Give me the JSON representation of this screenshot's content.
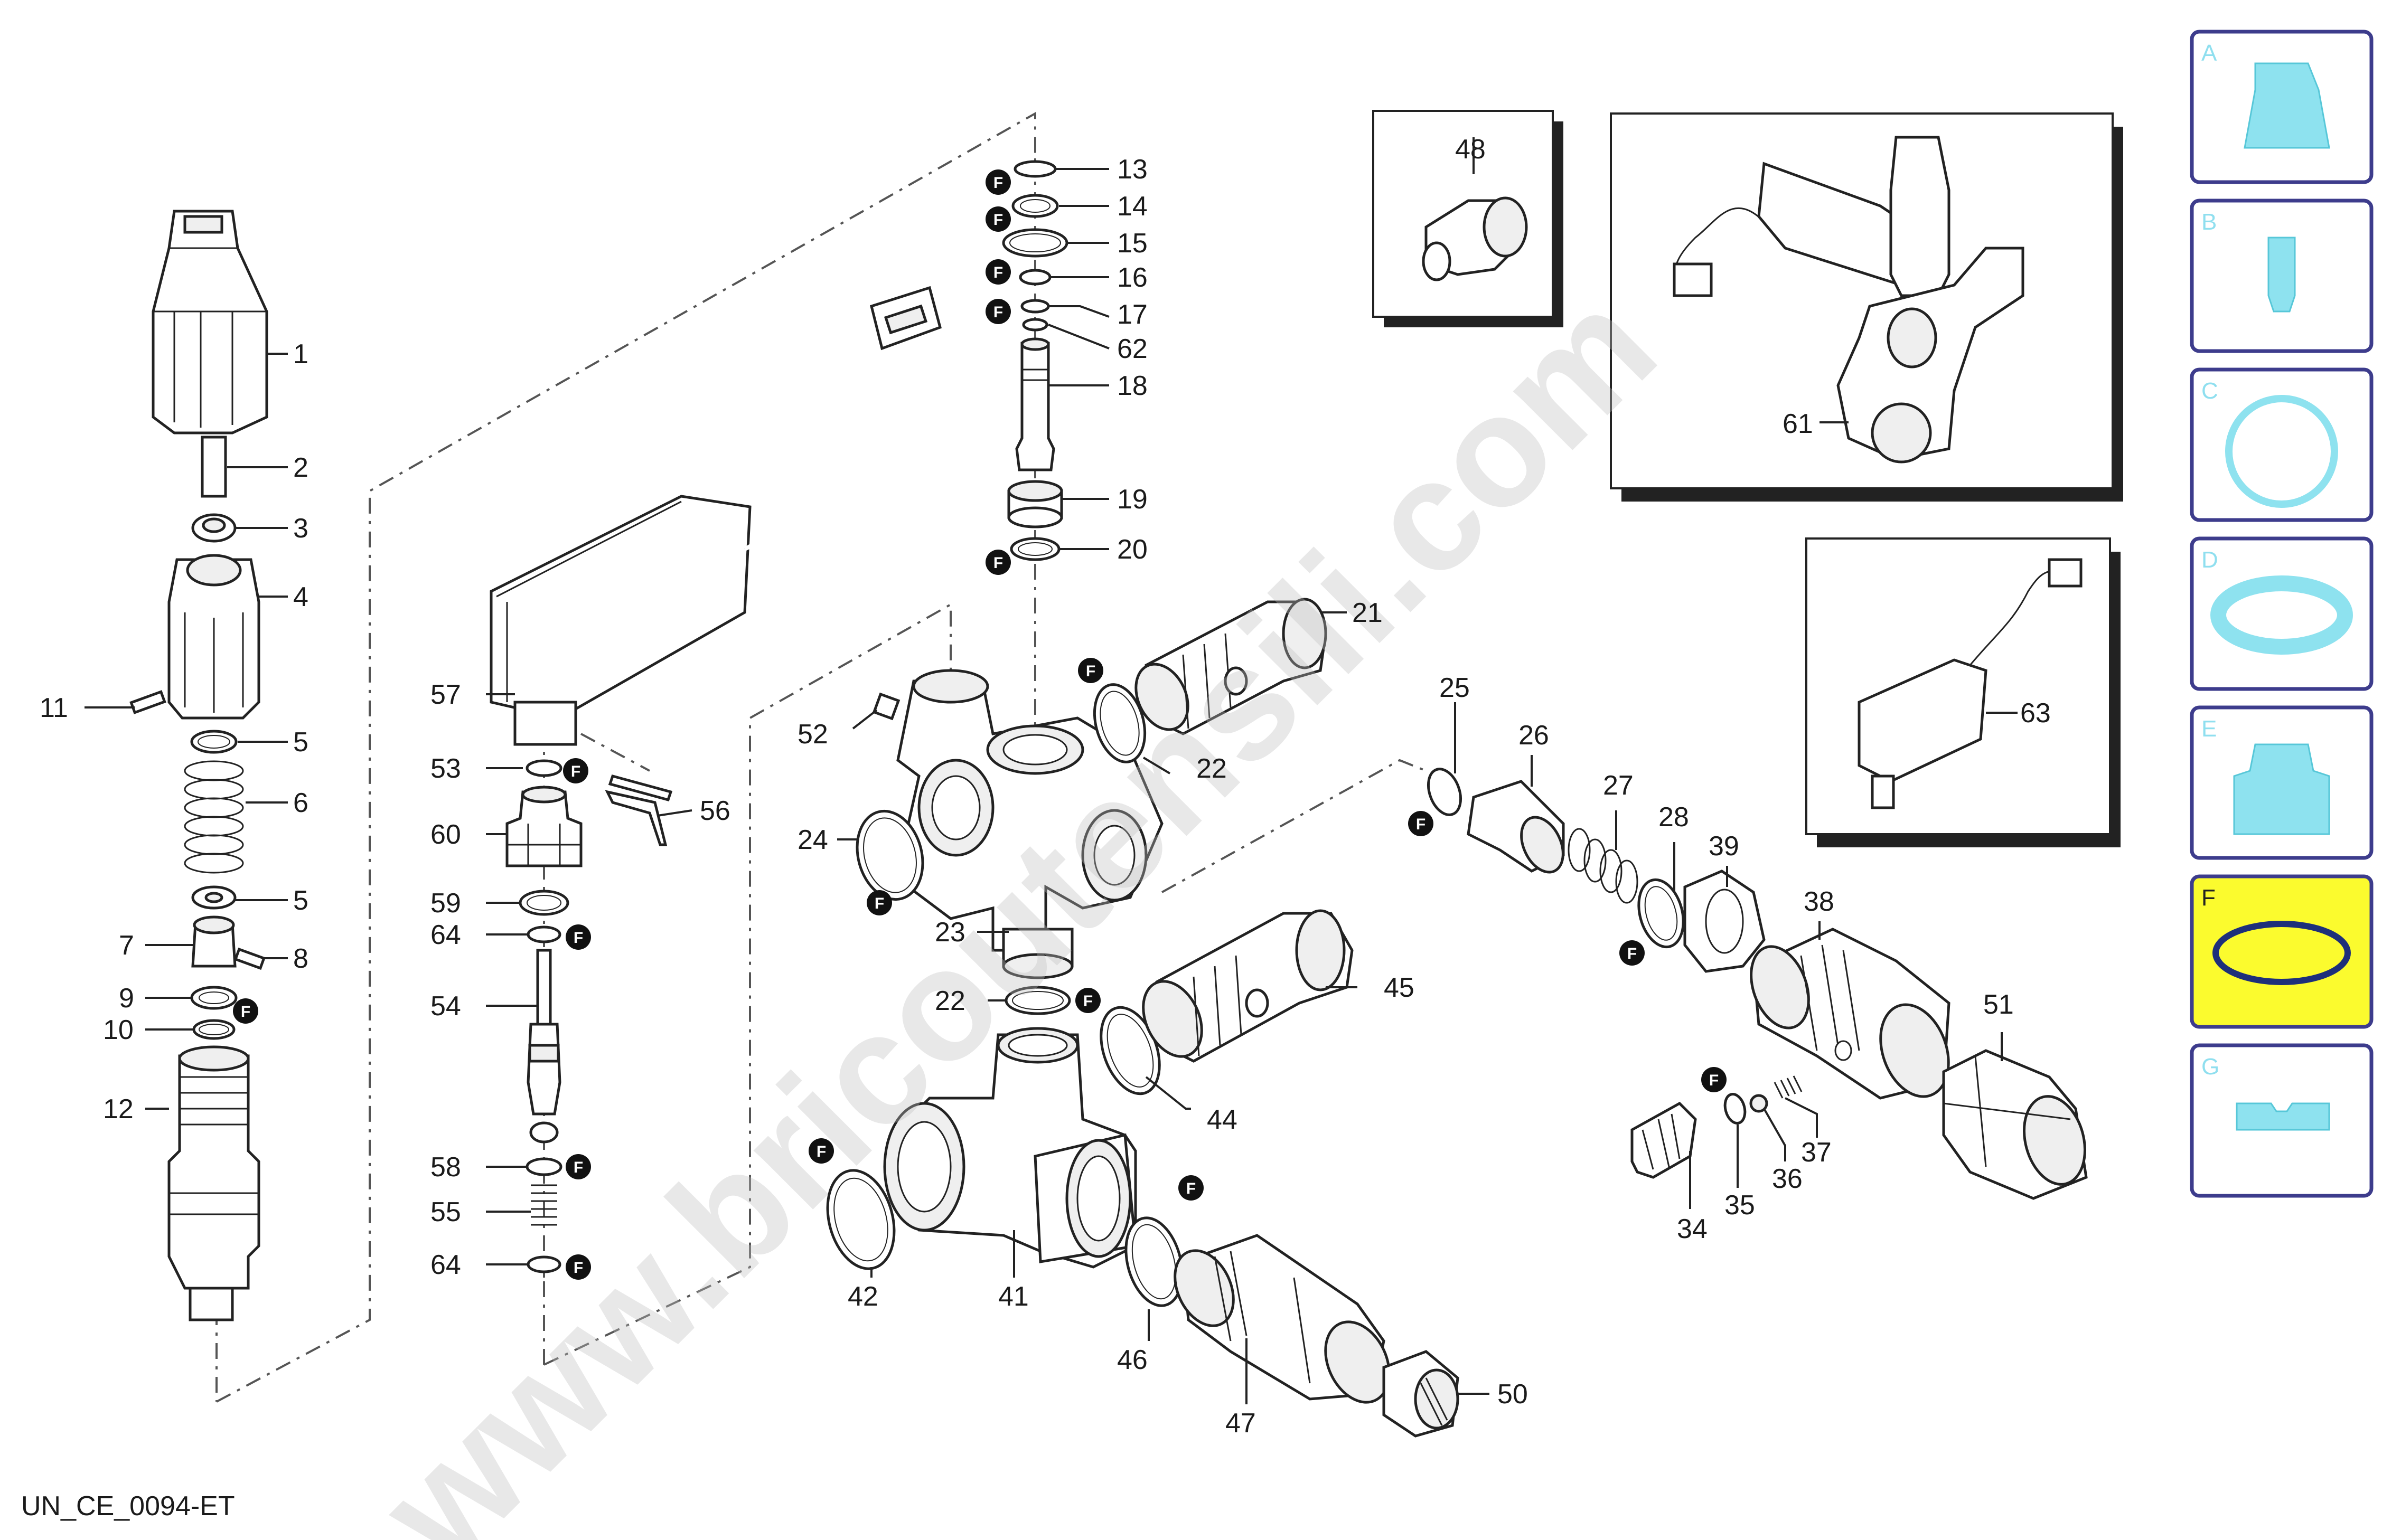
{
  "document_code": "UN_CE_0094-ET",
  "watermark": "www.bricoutensili.com",
  "fastener_marker": "F",
  "part_labels": {
    "p1": "1",
    "p2": "2",
    "p3": "3",
    "p4": "4",
    "p5a": "5",
    "p5b": "5",
    "p6": "6",
    "p7": "7",
    "p8": "8",
    "p9": "9",
    "p10": "10",
    "p11": "11",
    "p12": "12",
    "p13": "13",
    "p14": "14",
    "p15": "15",
    "p16": "16",
    "p17": "17",
    "p62": "62",
    "p18": "18",
    "p19": "19",
    "p20": "20",
    "p21": "21",
    "p22a": "22",
    "p22b": "22",
    "p23": "23",
    "p24": "24",
    "p25": "25",
    "p26": "26",
    "p27": "27",
    "p28": "28",
    "p34": "34",
    "p35": "35",
    "p36": "36",
    "p37": "37",
    "p38": "38",
    "p39": "39",
    "p41": "41",
    "p42": "42",
    "p44": "44",
    "p45": "45",
    "p46": "46",
    "p47": "47",
    "p48": "48",
    "p50": "50",
    "p51": "51",
    "p52": "52",
    "p53": "53",
    "p54": "54",
    "p55": "55",
    "p56": "56",
    "p57": "57",
    "p58": "58",
    "p59": "59",
    "p60": "60",
    "p61": "61",
    "p63": "63",
    "p64a": "64",
    "p64b": "64"
  },
  "categories": [
    {
      "letter": "A",
      "icon": "connector-icon",
      "active": false
    },
    {
      "letter": "B",
      "icon": "pin-icon",
      "active": false
    },
    {
      "letter": "C",
      "icon": "gasket-icon",
      "active": false
    },
    {
      "letter": "D",
      "icon": "seal-ring-icon",
      "active": false
    },
    {
      "letter": "E",
      "icon": "bellows-icon",
      "active": false
    },
    {
      "letter": "F",
      "icon": "o-ring-icon",
      "active": true
    },
    {
      "letter": "G",
      "icon": "plate-icon",
      "active": false
    }
  ],
  "colors": {
    "tile_border": "#3d3c8c",
    "tile_active_bg": "#fbfb2e",
    "icon_cyan": "#8ee2ef"
  }
}
